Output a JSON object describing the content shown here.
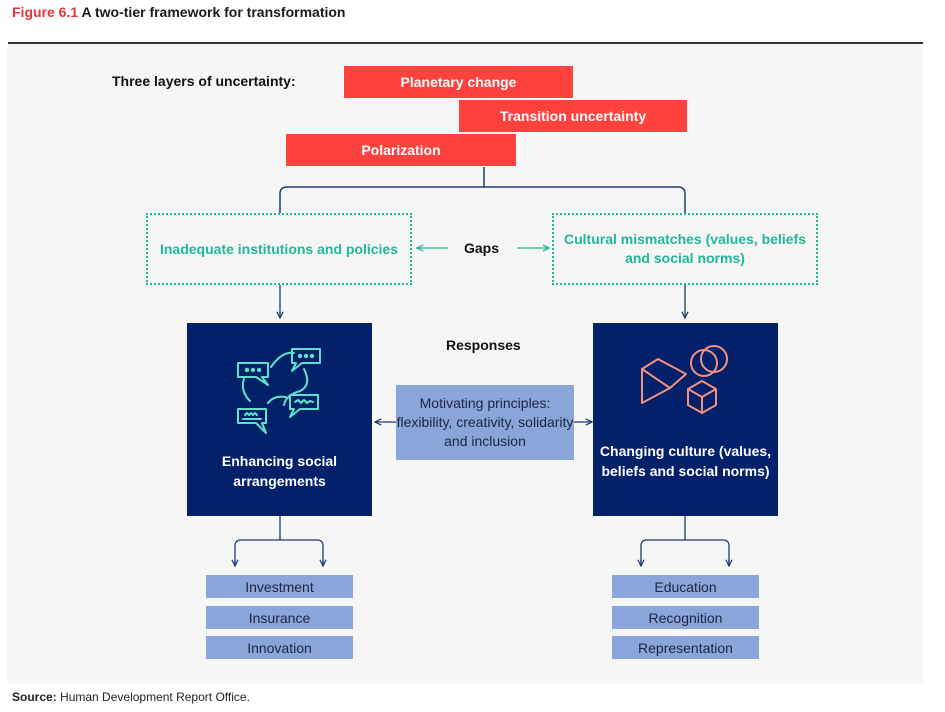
{
  "figure": {
    "number": "Figure 6.1",
    "title": "A two-tier framework for transformation"
  },
  "uncertainty": {
    "label": "Three layers of uncertainty:",
    "layers": [
      "Planetary change",
      "Transition uncertainty",
      "Polarization"
    ]
  },
  "gaps": {
    "label": "Gaps",
    "left": "Inadequate institutions and policies",
    "right": "Cultural mismatches (values, beliefs and social norms)"
  },
  "responses": {
    "label": "Responses",
    "principles": "Motivating principles: flexibility, creativity, solidarity and inclusion",
    "left": {
      "icon": "speech-bubbles-icon",
      "title": "Enhancing social arrangements",
      "items": [
        "Investment",
        "Insurance",
        "Innovation"
      ]
    },
    "right": {
      "icon": "geometric-shapes-icon",
      "title": "Changing culture (values, beliefs and social norms)",
      "items": [
        "Education",
        "Recognition",
        "Representation"
      ]
    }
  },
  "source": {
    "label": "Source:",
    "text": "Human Development Report Office."
  },
  "colors": {
    "accent_red": "#ff423d",
    "title_red": "#e8303a",
    "gap_green": "#1fb89a",
    "navy": "#03206b",
    "light_blue": "#89a5da",
    "icon_teal": "#5fe0c8",
    "icon_salmon": "#f4907e"
  }
}
